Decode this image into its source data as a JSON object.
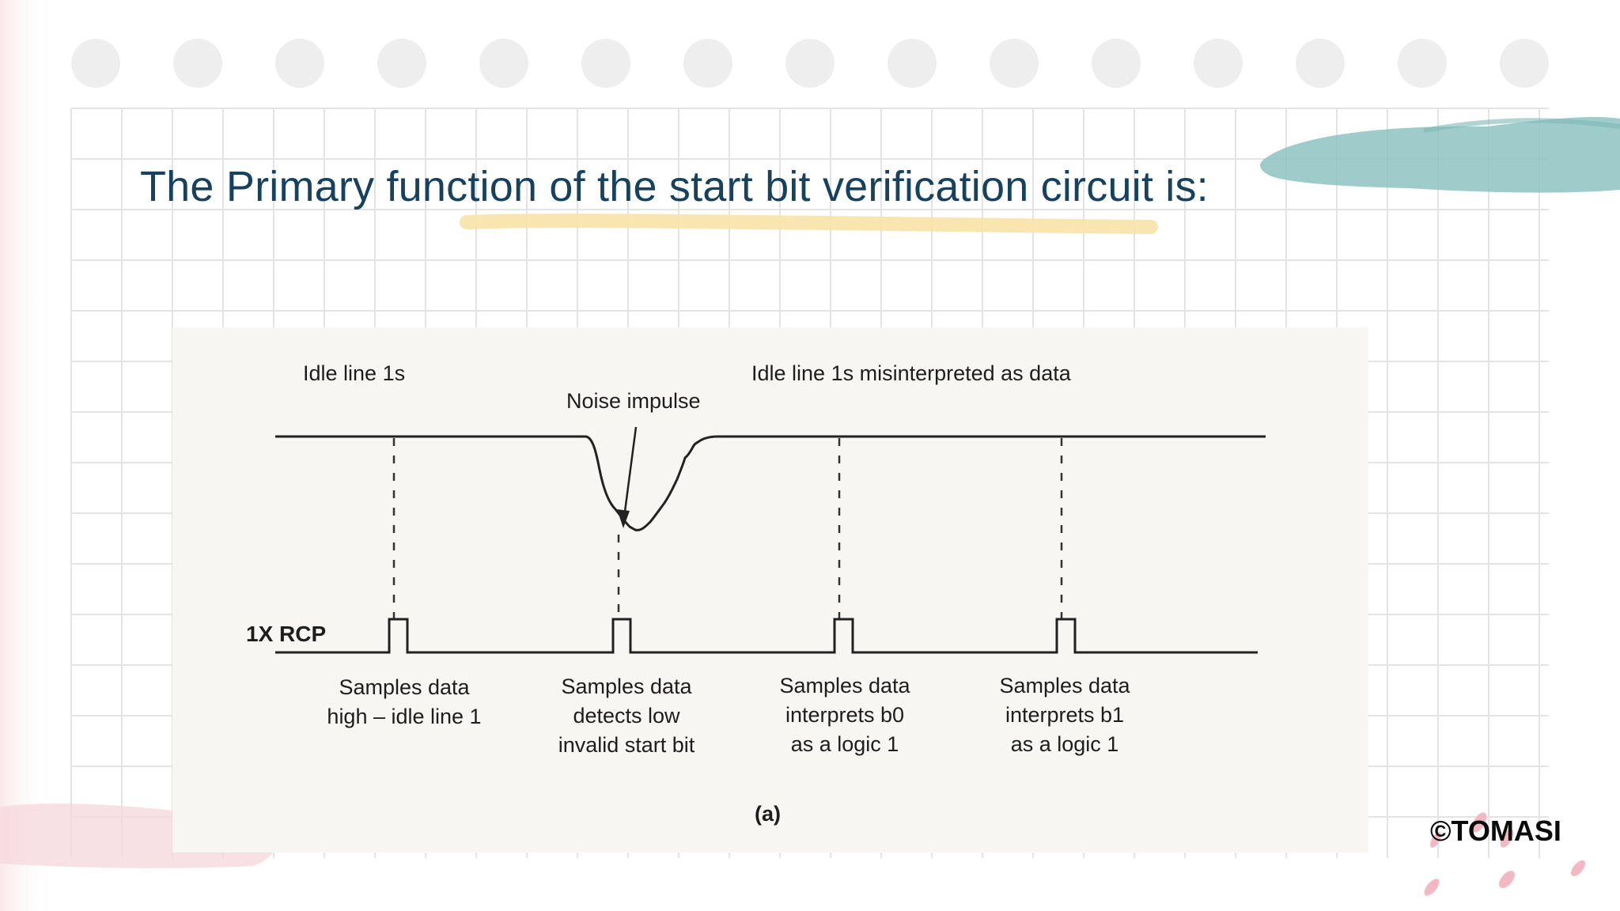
{
  "slide": {
    "title": "The Primary function of the start bit verification circuit is:",
    "copyright": "©TOMASI"
  },
  "diagram": {
    "labels": {
      "idle_line": "Idle line 1s",
      "noise_impulse": "Noise impulse",
      "idle_misinterpreted": "Idle line 1s misinterpreted as data",
      "rcp": "1X RCP",
      "caption": "(a)"
    },
    "sample_notes": [
      {
        "lines": [
          "Samples data",
          "high – idle line 1"
        ]
      },
      {
        "lines": [
          "Samples data",
          "detects low",
          "invalid start bit"
        ]
      },
      {
        "lines": [
          "Samples data",
          "interprets b0",
          "as a logic 1"
        ]
      },
      {
        "lines": [
          "Samples data",
          "interprets b1",
          "as a logic 1"
        ]
      }
    ]
  },
  "colors": {
    "title": "#16415f",
    "grid": "#e4e4e4",
    "dots": "#eeeeee",
    "teal_brush": "#8cc3c1",
    "yellow_highlight": "#f7e2a6",
    "pink_accent": "#f3c3cc"
  }
}
